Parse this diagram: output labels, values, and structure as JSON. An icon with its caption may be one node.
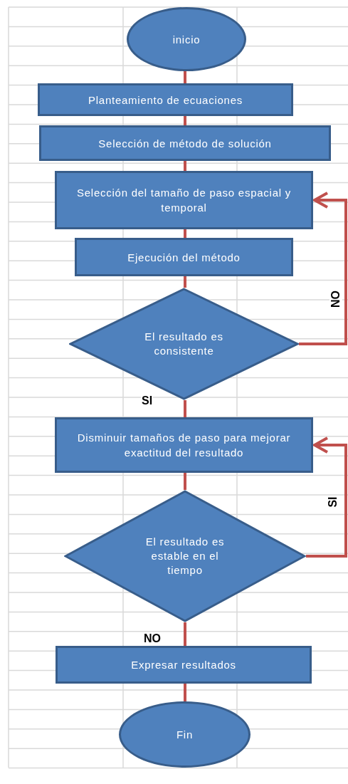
{
  "diagram": {
    "nodes": [
      {
        "text": [
          "inicio"
        ]
      },
      {
        "text": [
          "Planteamiento de ecuaciones"
        ]
      },
      {
        "text": [
          "Selección de método de solución"
        ]
      },
      {
        "text": [
          "Selección del tamaño de paso espacial y temporal"
        ]
      },
      {
        "text": [
          "Ejecución del método"
        ]
      },
      {
        "text": [
          "El resultado es consistente"
        ]
      },
      {
        "text": [
          "Disminuir tamaños de paso para mejorar exactitud del resultado"
        ]
      },
      {
        "text": [
          "El resultado es estable en el tiempo"
        ]
      },
      {
        "text": [
          "Expresar resultados"
        ]
      },
      {
        "text": [
          "Fin"
        ]
      }
    ],
    "edges": [
      {
        "from": 0,
        "to": 1,
        "arrow": "none"
      },
      {
        "from": 1,
        "to": 2,
        "arrow": "none"
      },
      {
        "from": 2,
        "to": 3,
        "arrow": "none"
      },
      {
        "from": 3,
        "to": 4,
        "arrow": "none"
      },
      {
        "from": 4,
        "to": 5,
        "arrow": "none"
      },
      {
        "from": 5,
        "to": 3,
        "arrow": "to",
        "label": "NO"
      },
      {
        "from": 5,
        "to": 6,
        "arrow": "none",
        "label": "SI"
      },
      {
        "from": 6,
        "to": 7,
        "arrow": "none"
      },
      {
        "from": 7,
        "to": 6,
        "arrow": "to",
        "label": "SI"
      },
      {
        "from": 7,
        "to": 8,
        "arrow": "none",
        "label": "NO"
      },
      {
        "from": 8,
        "to": 9,
        "arrow": "none"
      }
    ]
  }
}
